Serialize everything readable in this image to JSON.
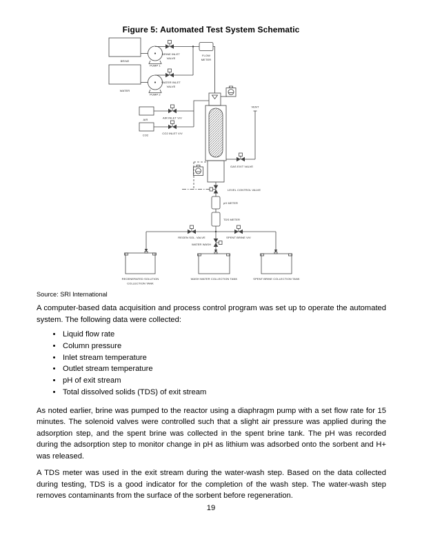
{
  "figure": {
    "title": "Figure 5: Automated Test System Schematic",
    "source": "Source: SRI International",
    "page_number": "19"
  },
  "paragraphs": {
    "p1": "A computer-based data acquisition and process control program was set up to operate the automated system. The following data were collected:",
    "p2": "As noted earlier, brine was pumped to the reactor using a diaphragm pump with a set flow rate for 15 minutes. The solenoid valves were controlled such that a slight air pressure was applied during the adsorption step, and the spent brine was collected in the spent brine tank. The pH was recorded during the adsorption step to monitor change in pH as lithium was adsorbed onto the sorbent and H+ was released.",
    "p3": "A TDS meter was used in the exit stream during the water-wash step. Based on the data collected during testing, TDS is a good indicator for the completion of the wash step. The water-wash step removes contaminants from the surface of the sorbent before regeneration."
  },
  "bullets": [
    "Liquid flow rate",
    "Column pressure",
    "Inlet stream temperature",
    "Outlet stream temperature",
    "pH of exit stream",
    "Total dissolved solids (TDS) of exit stream"
  ],
  "schematic": {
    "labels": {
      "brine_tank": "BRINE",
      "water_tank": "WATER",
      "pump1": "PUMP 1",
      "pump2": "PUMP 2",
      "brine_inlet_valve_line1": "BRINE INLET",
      "brine_inlet_valve_line2": "VALVE",
      "water_inlet_valve_line1": "WATER INLET",
      "water_inlet_valve_line2": "VALVE",
      "flow_meter_line1": "FLOW",
      "flow_meter_line2": "METER",
      "air_source": "AIR",
      "co2_source": "CO2",
      "air_inlet_valve": "AIR INLET V/V",
      "co2_inlet_valve": "CO2 INLET V/V",
      "vent": "VENT",
      "gas_exit_valve": "GAS EXIT VALVE",
      "level_control_valve": "LEVEL CONTROL VALVE",
      "ph_meter": "pH METER",
      "tds_meter": "TDS METER",
      "regen_sol_valve": "REGEN SOL. VALVE",
      "spent_brine_valve": "SPENT BRINE V/V",
      "water_wash_valve": "WATER WASH",
      "tank_regen_line1": "REGENERATED SOLUTION",
      "tank_regen_line2": "COLLECTION TANK",
      "tank_wash": "WASH WATER COLLECTION TANK",
      "tank_spent": "SPENT BRINE COLLECTION TANK"
    }
  }
}
